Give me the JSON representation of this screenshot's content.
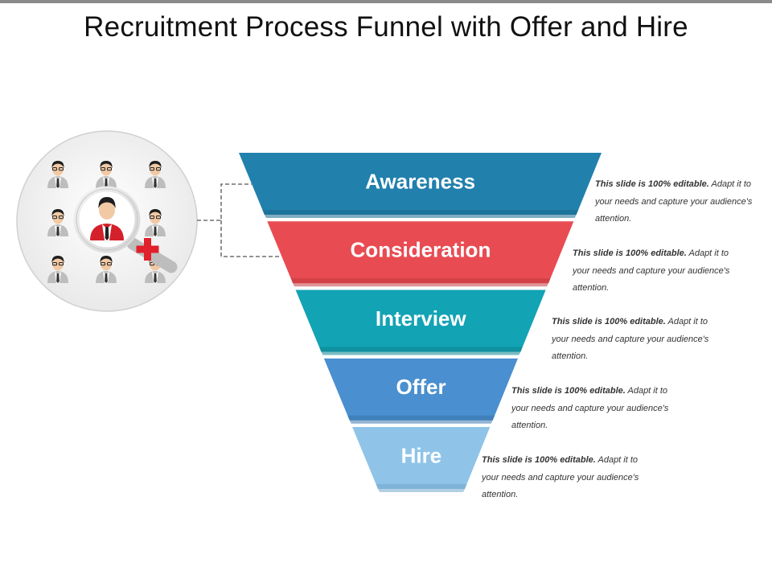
{
  "title": "Recruitment Process Funnel with Offer and Hire",
  "stages": [
    {
      "label": "Awareness",
      "color": "#2180AC",
      "shade": "#1A6A8F"
    },
    {
      "label": "Consideration",
      "color": "#E94B52",
      "shade": "#C23A40"
    },
    {
      "label": "Interview",
      "color": "#12A3B4",
      "shade": "#0E8593"
    },
    {
      "label": "Offer",
      "color": "#4A8FCF",
      "shade": "#3B76AD"
    },
    {
      "label": "Hire",
      "color": "#8FC4E8",
      "shade": "#74A8CB"
    }
  ],
  "notes": [
    {
      "bold": "This slide is 100% editable.",
      "rest": " Adapt it to your needs and capture your audience's attention."
    },
    {
      "bold": "This slide is 100% editable.",
      "rest": " Adapt it to your needs and capture your audience's attention."
    },
    {
      "bold": "This slide is 100% editable.",
      "rest": " Adapt it to your needs and capture your audience's attention."
    },
    {
      "bold": "This slide is 100% editable.",
      "rest": " Adapt it to your needs and capture your audience's attention."
    },
    {
      "bold": "This slide is 100% editable.",
      "rest": " Adapt it to your needs and capture your audience's attention."
    }
  ],
  "icons": {
    "candidate_pool": "people-grid-icon",
    "search": "magnifier-icon",
    "add": "plus-icon"
  },
  "colors": {
    "highlight_person": "#D4202A",
    "plus": "#E0202A",
    "person_suit": "#BDBDBD",
    "connector": "#555555"
  }
}
